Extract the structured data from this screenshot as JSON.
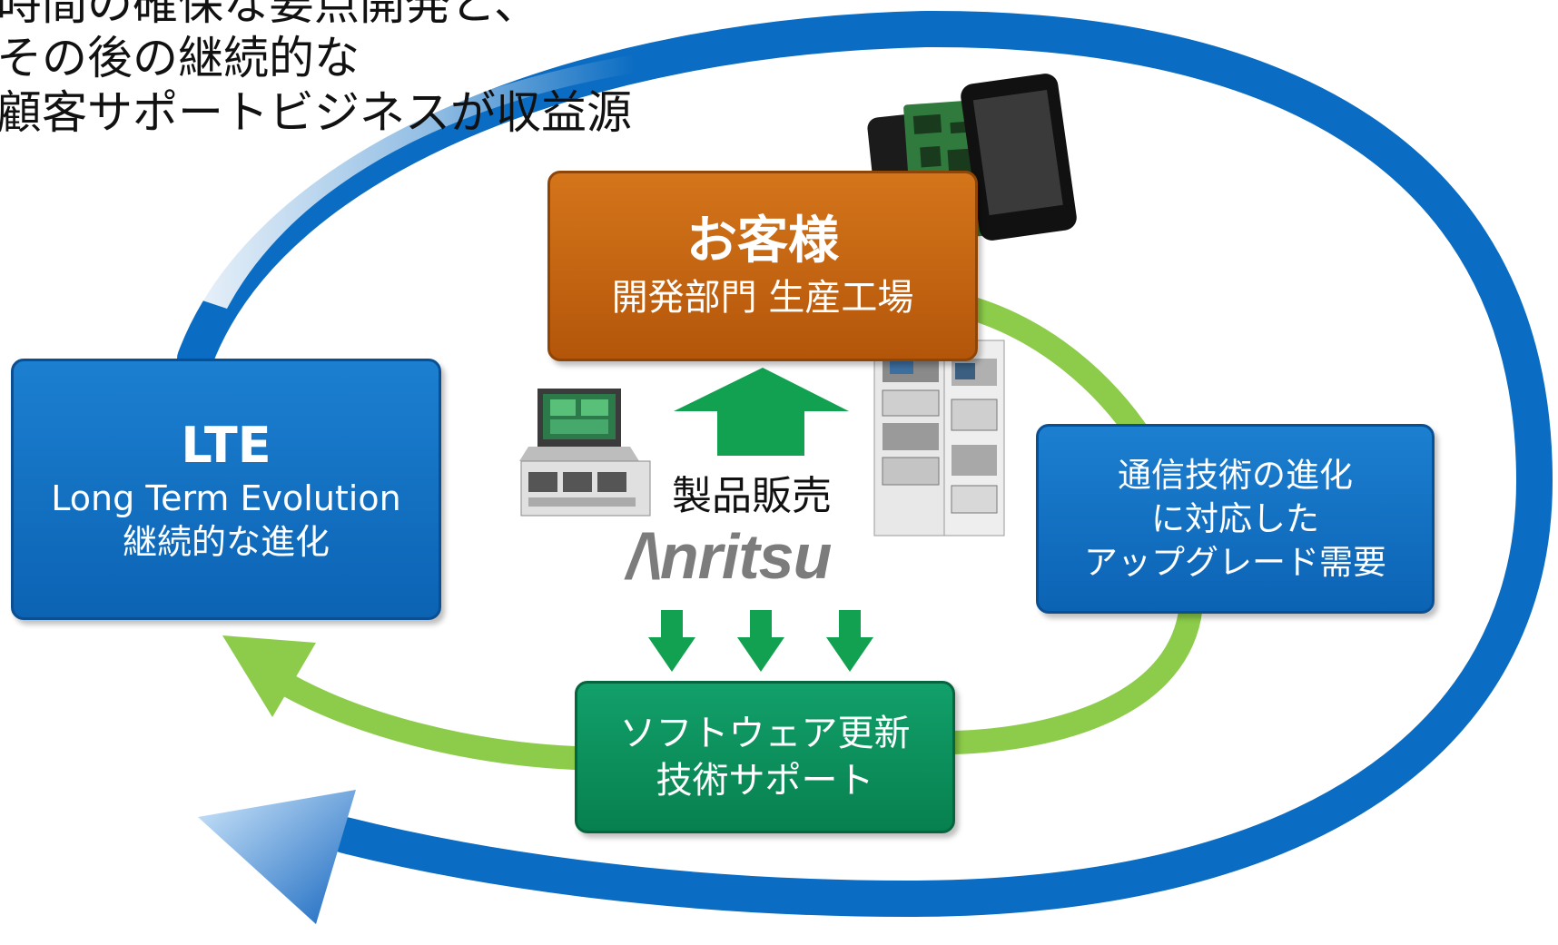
{
  "intro": {
    "lines": [
      "時間の確保な要点開発と、",
      "その後の継続的な",
      "顧客サポートビジネスが収益源"
    ]
  },
  "customer_box": {
    "title": "お客様",
    "subtitle": "開発部門  生産工場"
  },
  "lte_box": {
    "title": "LTE",
    "line1": "Long Term Evolution",
    "line2": "継続的な進化"
  },
  "upgrade_box": {
    "line1": "通信技術の進化",
    "line2": "に対応した",
    "line3": "アップグレード需要"
  },
  "software_box": {
    "line1": "ソフトウェア更新",
    "line2": "技術サポート"
  },
  "sales_label": "製品販売",
  "logo_text": "/\\nritsu",
  "colors": {
    "outer_loop": "#0a6cc2",
    "inner_loop": "#8ccc4a",
    "customer": "#c4650f",
    "lte": "#1273c4",
    "upgrade": "#1273c4",
    "software": "#0b8f5c",
    "green_arrows": "#12a150"
  },
  "icons": [
    "phone-pcb-image",
    "test-rack-image",
    "laptop-tester-image",
    "up-arrow-icon",
    "down-arrow-icon"
  ]
}
